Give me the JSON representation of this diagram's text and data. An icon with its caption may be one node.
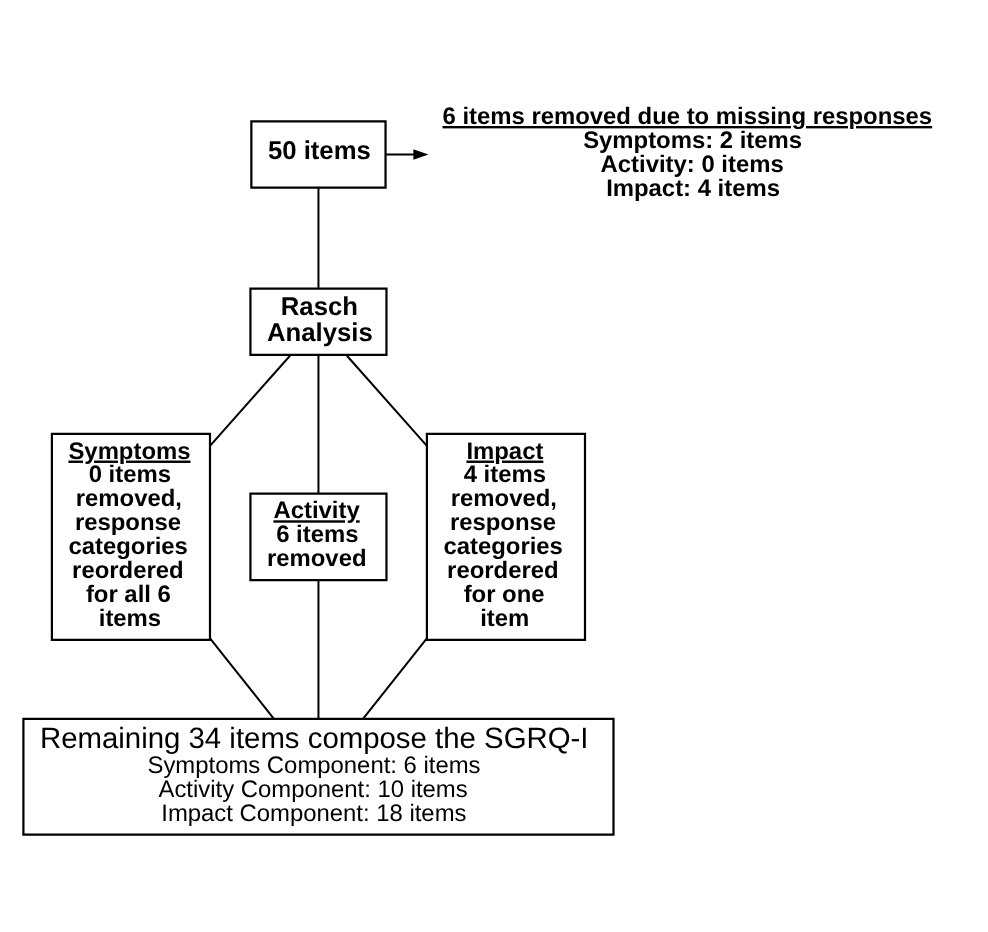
{
  "diagram": {
    "nodes": [
      {
        "text": [
          "50 items"
        ]
      },
      {
        "text": [
          "6 items removed due to missing responses",
          "Symptoms: 2 items",
          "Activity: 0 items",
          "Impact: 4 items"
        ]
      },
      {
        "text": [
          "Rasch Analysis"
        ]
      },
      {
        "text": [
          "Symptoms",
          "0 items removed, response categories reordered for all 6 items"
        ]
      },
      {
        "text": [
          "Activity",
          "6 items removed"
        ]
      },
      {
        "text": [
          "Impact",
          "4 items removed, response categories reordered for one item"
        ]
      },
      {
        "text": [
          "Remaining 34 items compose the SGRQ-I",
          "Symptoms Component: 6 items",
          "Activity Component: 10 items",
          "Impact Component: 18 items"
        ]
      }
    ],
    "edges": [
      {
        "from": 0,
        "to": 1,
        "arrow": "to"
      },
      {
        "from": 0,
        "to": 2,
        "arrow": "none"
      },
      {
        "from": 2,
        "to": 3,
        "arrow": "none"
      },
      {
        "from": 2,
        "to": 4,
        "arrow": "none"
      },
      {
        "from": 2,
        "to": 5,
        "arrow": "none"
      },
      {
        "from": 3,
        "to": 6,
        "arrow": "none"
      },
      {
        "from": 4,
        "to": 6,
        "arrow": "none"
      },
      {
        "from": 5,
        "to": 6,
        "arrow": "none"
      }
    ]
  }
}
